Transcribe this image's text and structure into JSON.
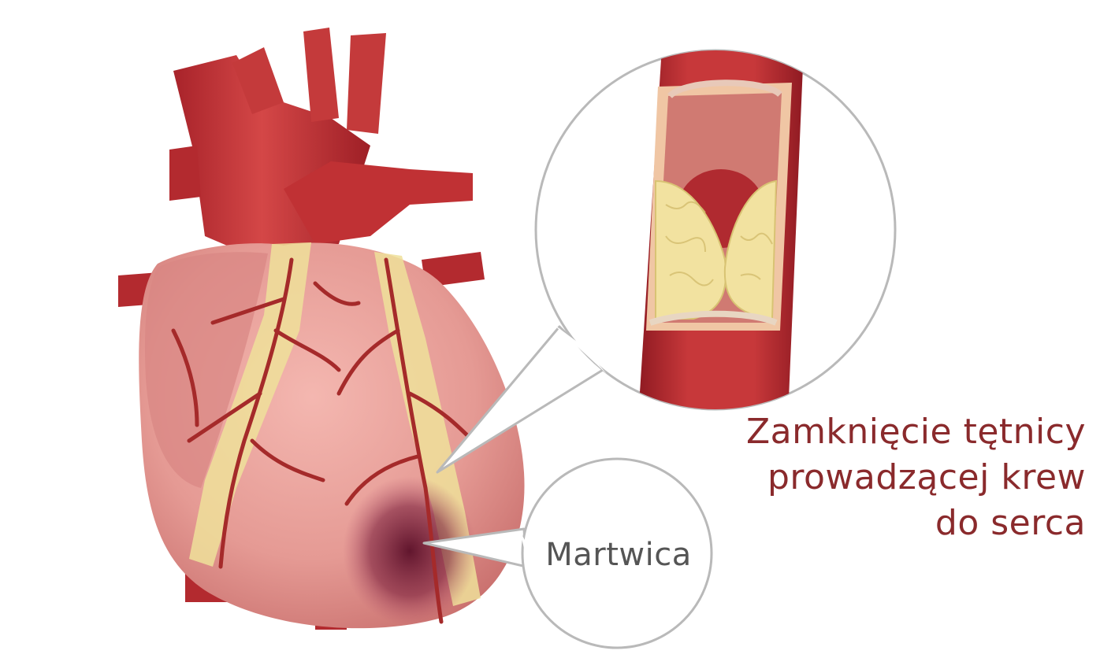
{
  "labels": {
    "artery_caption_line1": "Zamknięcie tętnicy",
    "artery_caption_line2": "prowadzącej krew",
    "artery_caption_line3": "do serca",
    "necrosis": "Martwica"
  },
  "colors": {
    "background": "#ffffff",
    "caption_text": "#8a2a2c",
    "label_text": "#555555",
    "callout_border": "#b9b9b9",
    "vessel_red": "#c7383a",
    "heart_pink": "#e49a93",
    "fat_yellow": "#efe09a",
    "necrosis_dark": "#6e1830"
  }
}
